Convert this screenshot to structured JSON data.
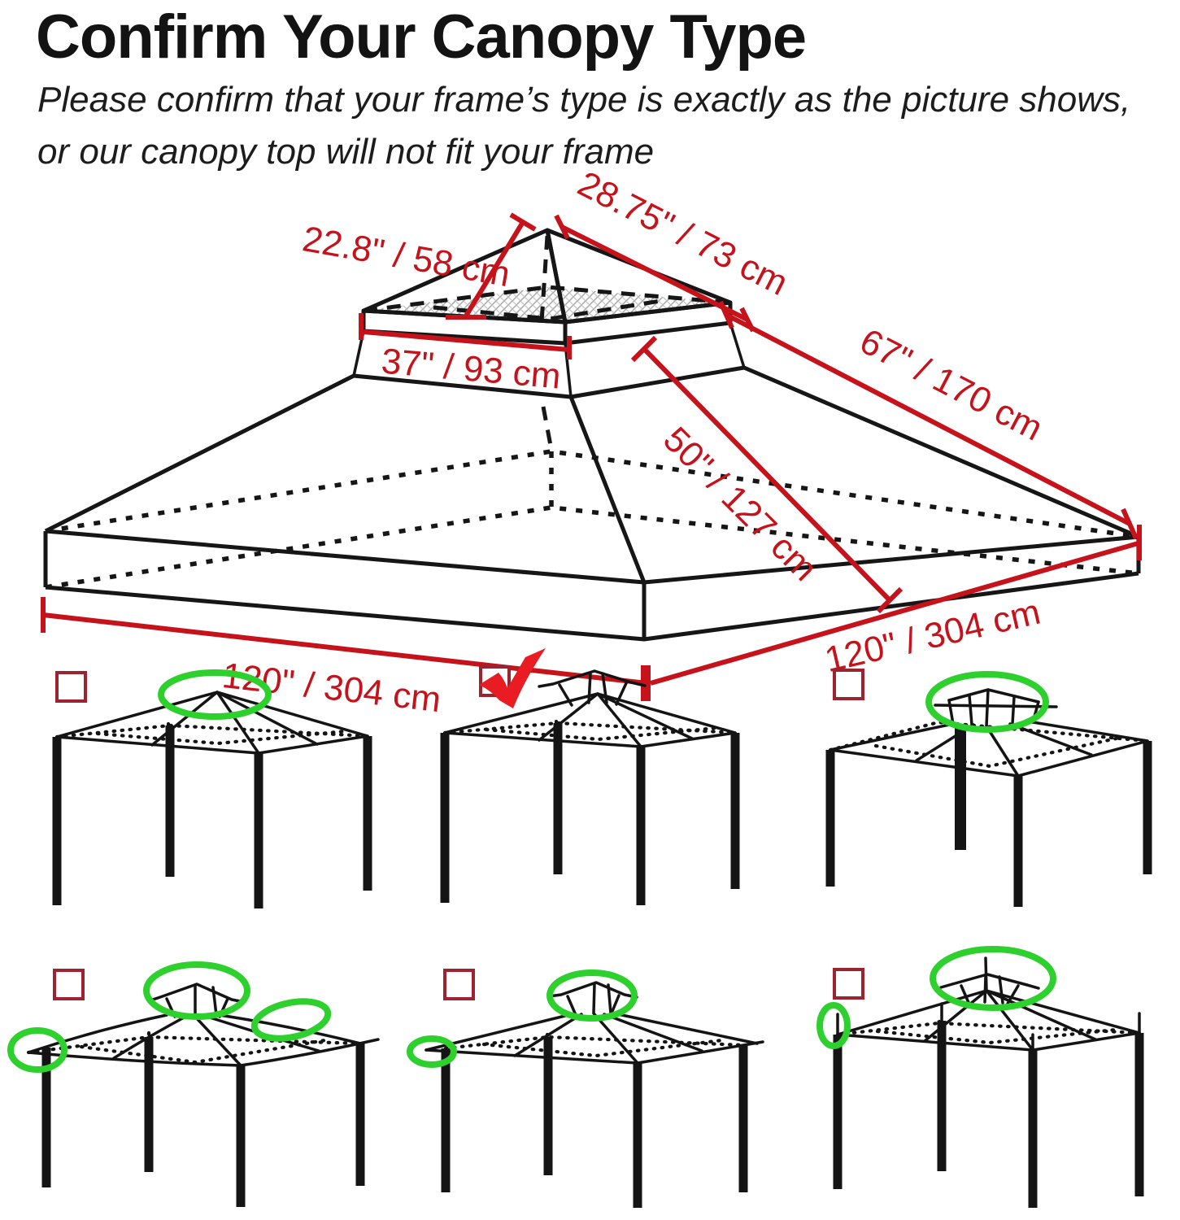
{
  "header": {
    "title": "Confirm Your Canopy Type",
    "subtitle_line1": "Please confirm that your frame’s type is exactly as the picture shows,",
    "subtitle_line2": "or our canopy top will not fit your frame"
  },
  "diagram": {
    "labels": {
      "top_edge": "28.75\" / 73 cm",
      "top_slant": "22.8\" / 58 cm",
      "tier_base": "37\" / 93 cm",
      "roof_slant_outer": "67\" / 170 cm",
      "roof_slant_inner": "50\" / 127 cm",
      "base_front_left": "120\" / 304 cm",
      "base_front_right": "120\" / 304 cm"
    },
    "colors": {
      "dimension_red": "#c6121a",
      "outline_black": "#161616"
    }
  },
  "frames": {
    "colors": {
      "checkbox_maroon": "#9b2430",
      "checkmark_red": "#e81c22",
      "highlight_green": "#2ed02e"
    },
    "items": [
      {
        "id": 1,
        "checked": false,
        "highlights": [
          "peak"
        ]
      },
      {
        "id": 2,
        "checked": true,
        "highlights": []
      },
      {
        "id": 3,
        "checked": false,
        "highlights": [
          "two-tier-top"
        ]
      },
      {
        "id": 4,
        "checked": false,
        "highlights": [
          "two-tier-top",
          "corner-overhang",
          "curved-roof-edge"
        ]
      },
      {
        "id": 5,
        "checked": false,
        "highlights": [
          "two-tier-top",
          "corner-overhang"
        ]
      },
      {
        "id": 6,
        "checked": false,
        "highlights": [
          "two-tier-top",
          "post-finial"
        ]
      }
    ]
  }
}
